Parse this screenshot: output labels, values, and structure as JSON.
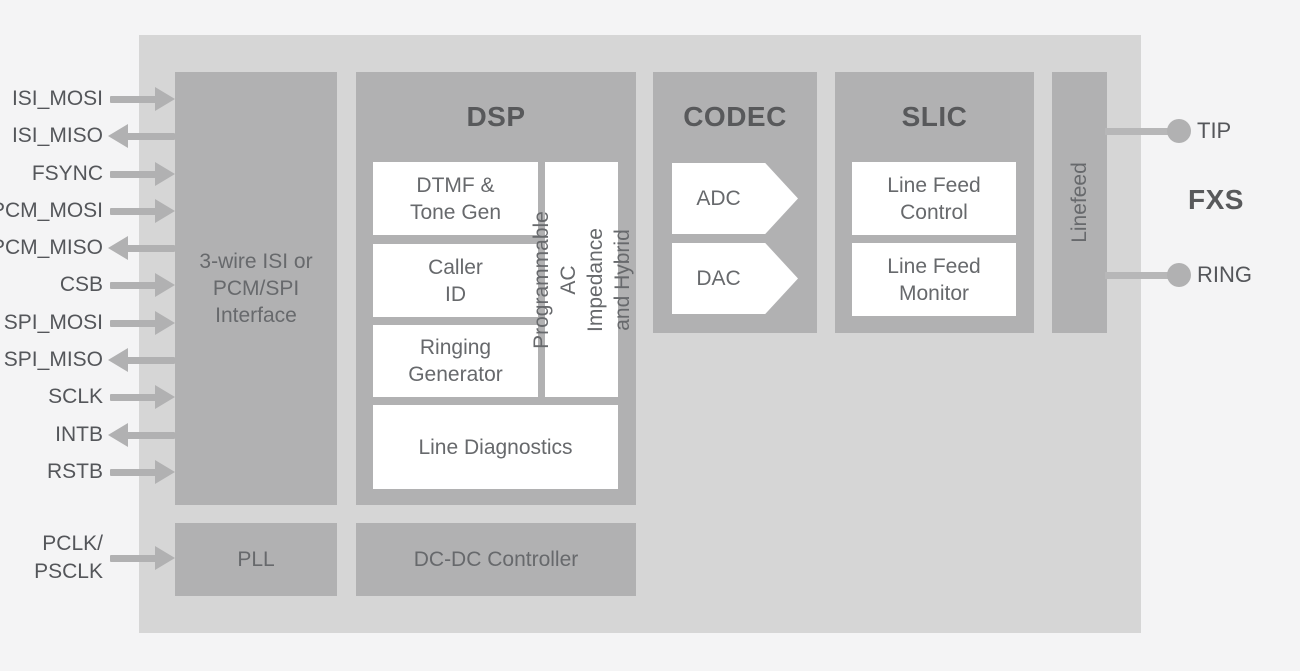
{
  "fxs_label": "FXS",
  "pins": [
    {
      "label": "ISI_MOSI",
      "direction": "in"
    },
    {
      "label": "ISI_MISO",
      "direction": "out"
    },
    {
      "label": "FSYNC",
      "direction": "in"
    },
    {
      "label": "PCM_MOSI",
      "direction": "in"
    },
    {
      "label": "PCM_MISO",
      "direction": "out"
    },
    {
      "label": "CSB",
      "direction": "in"
    },
    {
      "label": "SPI_MOSI",
      "direction": "in"
    },
    {
      "label": "SPI_MISO",
      "direction": "out"
    },
    {
      "label": "SCLK",
      "direction": "in"
    },
    {
      "label": "INTB",
      "direction": "out"
    },
    {
      "label": "RSTB",
      "direction": "in"
    },
    {
      "label": "PCLK/\nPSCLK",
      "direction": "in"
    }
  ],
  "interface_label": "3-wire ISI or\nPCM/SPI\nInterface",
  "dsp": {
    "title": "DSP",
    "blocks": [
      "DTMF &\nTone Gen",
      "Caller\nID",
      "Ringing\nGenerator"
    ],
    "vertical_block": "Programmable AC\nImpedance and Hybrid",
    "wide_block": "Line Diagnostics"
  },
  "codec": {
    "title": "CODEC",
    "arrows": [
      "ADC",
      "DAC"
    ]
  },
  "slic": {
    "title": "SLIC",
    "blocks": [
      "Line Feed\nControl",
      "Line Feed\nMonitor"
    ]
  },
  "linefeed_label": "Linefeed",
  "pll_label": "PLL",
  "dcdc_label": "DC-DC Controller",
  "ports": [
    {
      "label": "TIP"
    },
    {
      "label": "RING"
    }
  ],
  "colors": {
    "page_bg": "#f4f4f5",
    "chip_bg": "#d6d6d6",
    "block_bg": "#b1b1b2",
    "subblock_bg": "#ffffff",
    "heading_text": "#58595b",
    "body_text": "#67696c",
    "pin_text": "#54565a"
  }
}
